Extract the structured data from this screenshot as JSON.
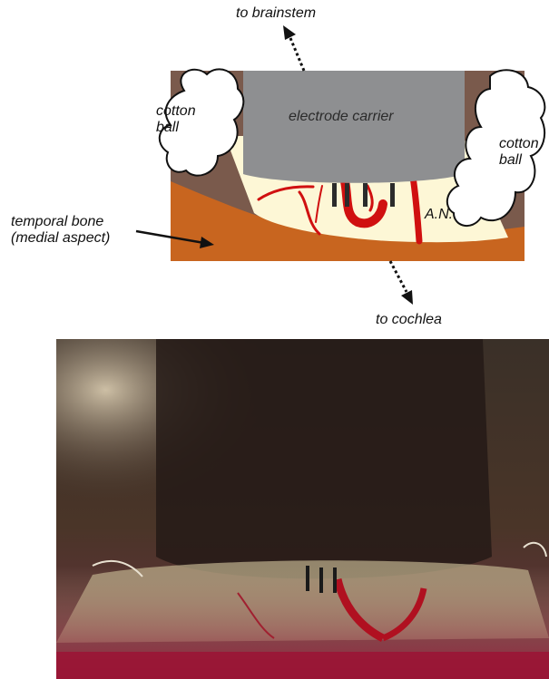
{
  "labels": {
    "to_brainstem": "to brainstem",
    "cotton_ball_left": "cotton\nball",
    "cotton_ball_right": "cotton\nball",
    "electrode_carrier": "electrode carrier",
    "an": "A.N.",
    "temporal_bone": "temporal bone\n(medial aspect)",
    "to_cochlea": "to cochlea"
  },
  "colors": {
    "bone": "#c8651f",
    "dark_tissue": "#7a5a4c",
    "nerve": "#fdf7d6",
    "vessel": "#d01010",
    "carrier": "#8e8f91",
    "cotton": "#ffffff"
  }
}
